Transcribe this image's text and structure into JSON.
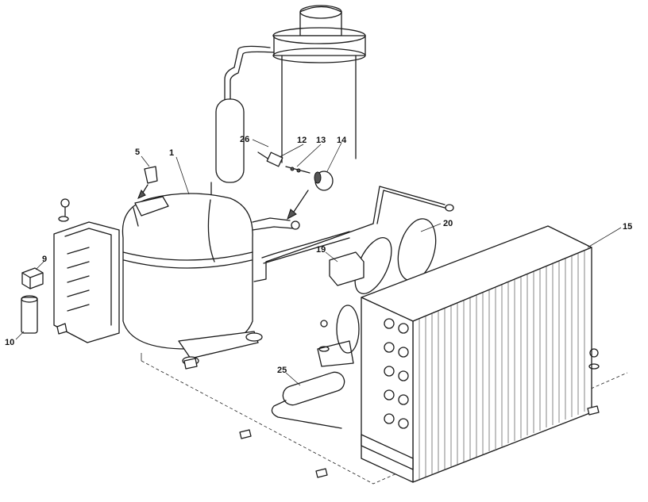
{
  "callouts": [
    {
      "id": "c1",
      "text": "1"
    },
    {
      "id": "c5",
      "text": "5"
    },
    {
      "id": "c26",
      "text": "26"
    },
    {
      "id": "c12",
      "text": "12"
    },
    {
      "id": "c13",
      "text": "13"
    },
    {
      "id": "c14",
      "text": "14"
    },
    {
      "id": "c20",
      "text": "20"
    },
    {
      "id": "c15",
      "text": "15"
    },
    {
      "id": "c19",
      "text": "19"
    },
    {
      "id": "c9",
      "text": "9"
    },
    {
      "id": "c10",
      "text": "10"
    },
    {
      "id": "c25",
      "text": "25"
    }
  ]
}
